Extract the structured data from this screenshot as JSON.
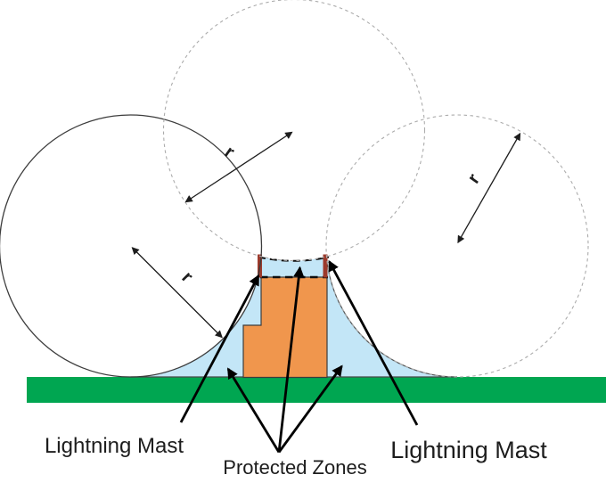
{
  "diagram": {
    "radius_labels": {
      "left": "r",
      "top": "r",
      "right": "r"
    },
    "annotations": {
      "lightning_mast_left": "Lightning Mast",
      "lightning_mast_right": "Lightning Mast",
      "protected_zones": "Protected Zones"
    },
    "colors": {
      "ground": "#00A651",
      "building": "#F0964D",
      "protected_zone": "#C3E6F7",
      "mast": "#9C3A2C",
      "solid_circle": "#3C3C3C",
      "dashed_circle": "#ACACAC",
      "arrow": "#000000",
      "text": "#1D1D1D"
    }
  }
}
